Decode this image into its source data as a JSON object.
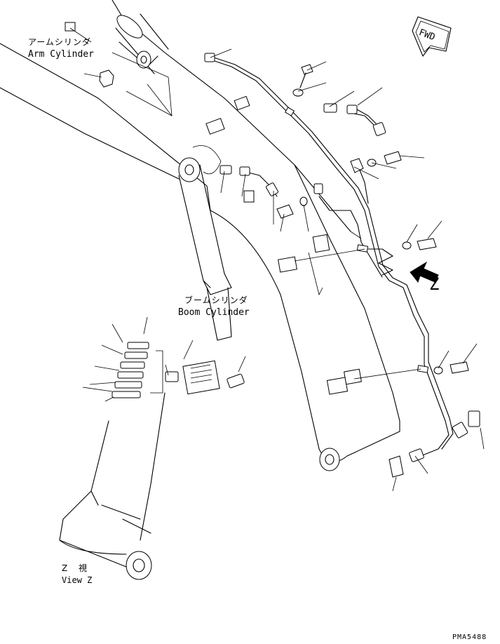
{
  "labels": {
    "arm_cylinder_jp": "アームシリンダ",
    "arm_cylinder_en": "Arm Cylinder",
    "boom_cylinder_jp": "ブームシリンダ",
    "boom_cylinder_en": "Boom Cylinder",
    "view_z_jp": "Z 視",
    "view_z_en": "View Z",
    "arrow_z": "Z",
    "fwd": "FWD",
    "drawing_code": "PMA5488"
  }
}
